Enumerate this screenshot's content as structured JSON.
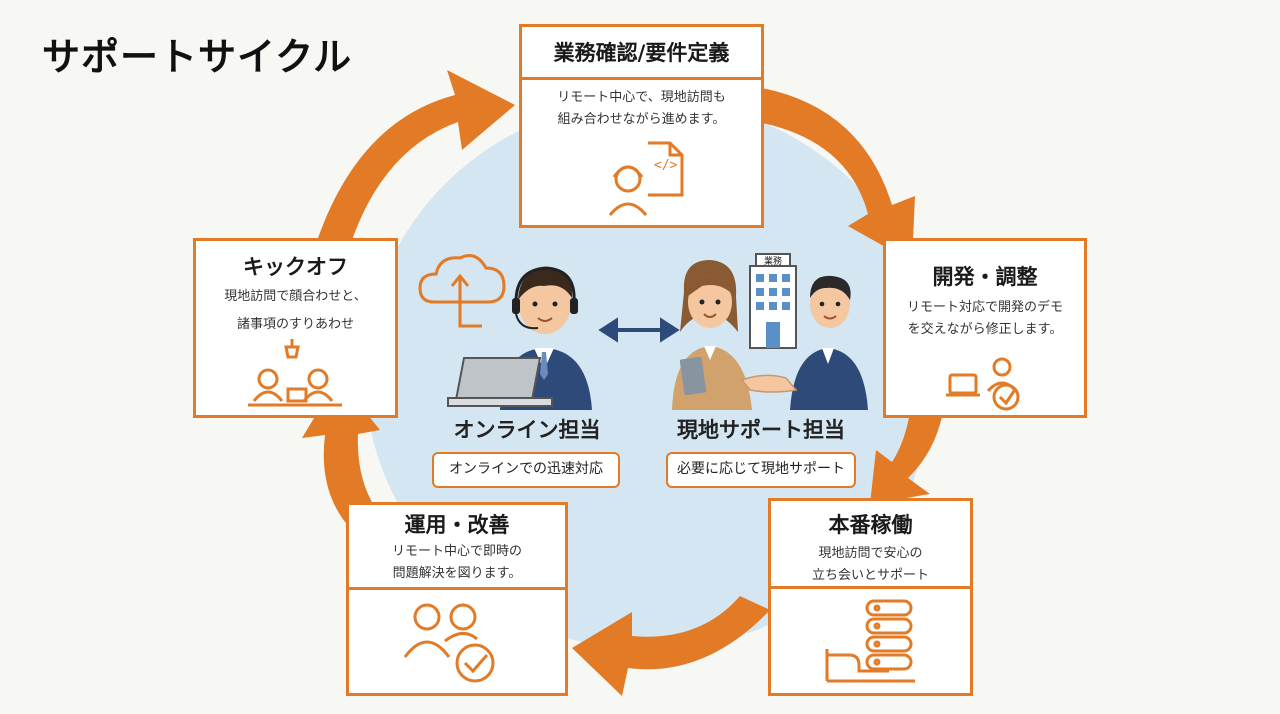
{
  "page": {
    "title": "サポートサイクル"
  },
  "steps": [
    {
      "title": "業務確認/要件定義",
      "desc": [
        "リモート中心で、現地訪問も",
        "組み合わせながら進めます。"
      ],
      "icon": "worker-document-icon"
    },
    {
      "title": "開発・調整",
      "desc": [
        "リモート対応で開発のデモ",
        "を交えながら修正します。"
      ],
      "icon": "laptop-user-icon"
    },
    {
      "title": "本番稼働",
      "desc": [
        "現地訪問で安心の",
        "立ち会いとサポート"
      ],
      "icon": "server-hand-icon"
    },
    {
      "title": "運用・改善",
      "desc": [
        "リモート中心で即時の",
        "問題解決を図ります。"
      ],
      "icon": "users-check-icon"
    },
    {
      "title": "キックオフ",
      "desc": [
        "現地訪問で顔合わせと、",
        "諸事項のすりあわせ"
      ],
      "icon": "meeting-table-icon"
    }
  ],
  "center": {
    "online": {
      "label": "オンライン担当",
      "tag": "オンラインでの迅速対応"
    },
    "onsite": {
      "label": "現地サポート担当",
      "tag": "必要に応じて現地サポート"
    },
    "building_sign": "業務"
  },
  "colors": {
    "accent": "#e27a26",
    "circle": "#d3e6f2",
    "suit": "#2e4a78",
    "skin": "#f4c7a1"
  }
}
